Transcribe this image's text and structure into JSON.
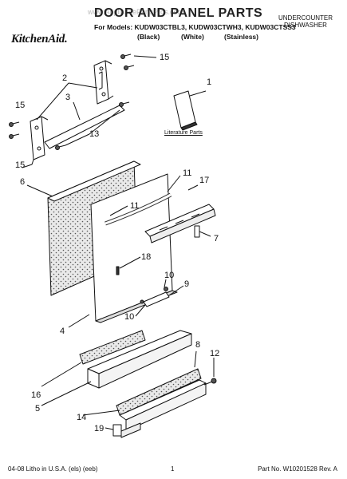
{
  "header": {
    "watermark": "www.AppliancePartsPros.com",
    "title": "DOOR AND PANEL PARTS",
    "models_line": "For Models: KUDW03CTBL3, KUDW03CTWH3, KUDW03CTSS3",
    "variant_black": "(Black)",
    "variant_white": "(White)",
    "variant_stainless": "(Stainless)",
    "category_line1": "UNDERCOUNTER",
    "category_line2": "DISHWASHER",
    "brand": "KitchenAid."
  },
  "diagram": {
    "literature_label": "Literature Parts",
    "callouts": [
      "15",
      "2",
      "1",
      "15",
      "3",
      "13",
      "15",
      "6",
      "11",
      "17",
      "11",
      "7",
      "18",
      "10",
      "9",
      "10",
      "4",
      "8",
      "12",
      "16",
      "5",
      "14",
      "19"
    ]
  },
  "footer": {
    "left": "04-08 Litho in U.S.A. (els) (eeb)",
    "center": "1",
    "right": "Part No. W10201528 Rev. A"
  }
}
